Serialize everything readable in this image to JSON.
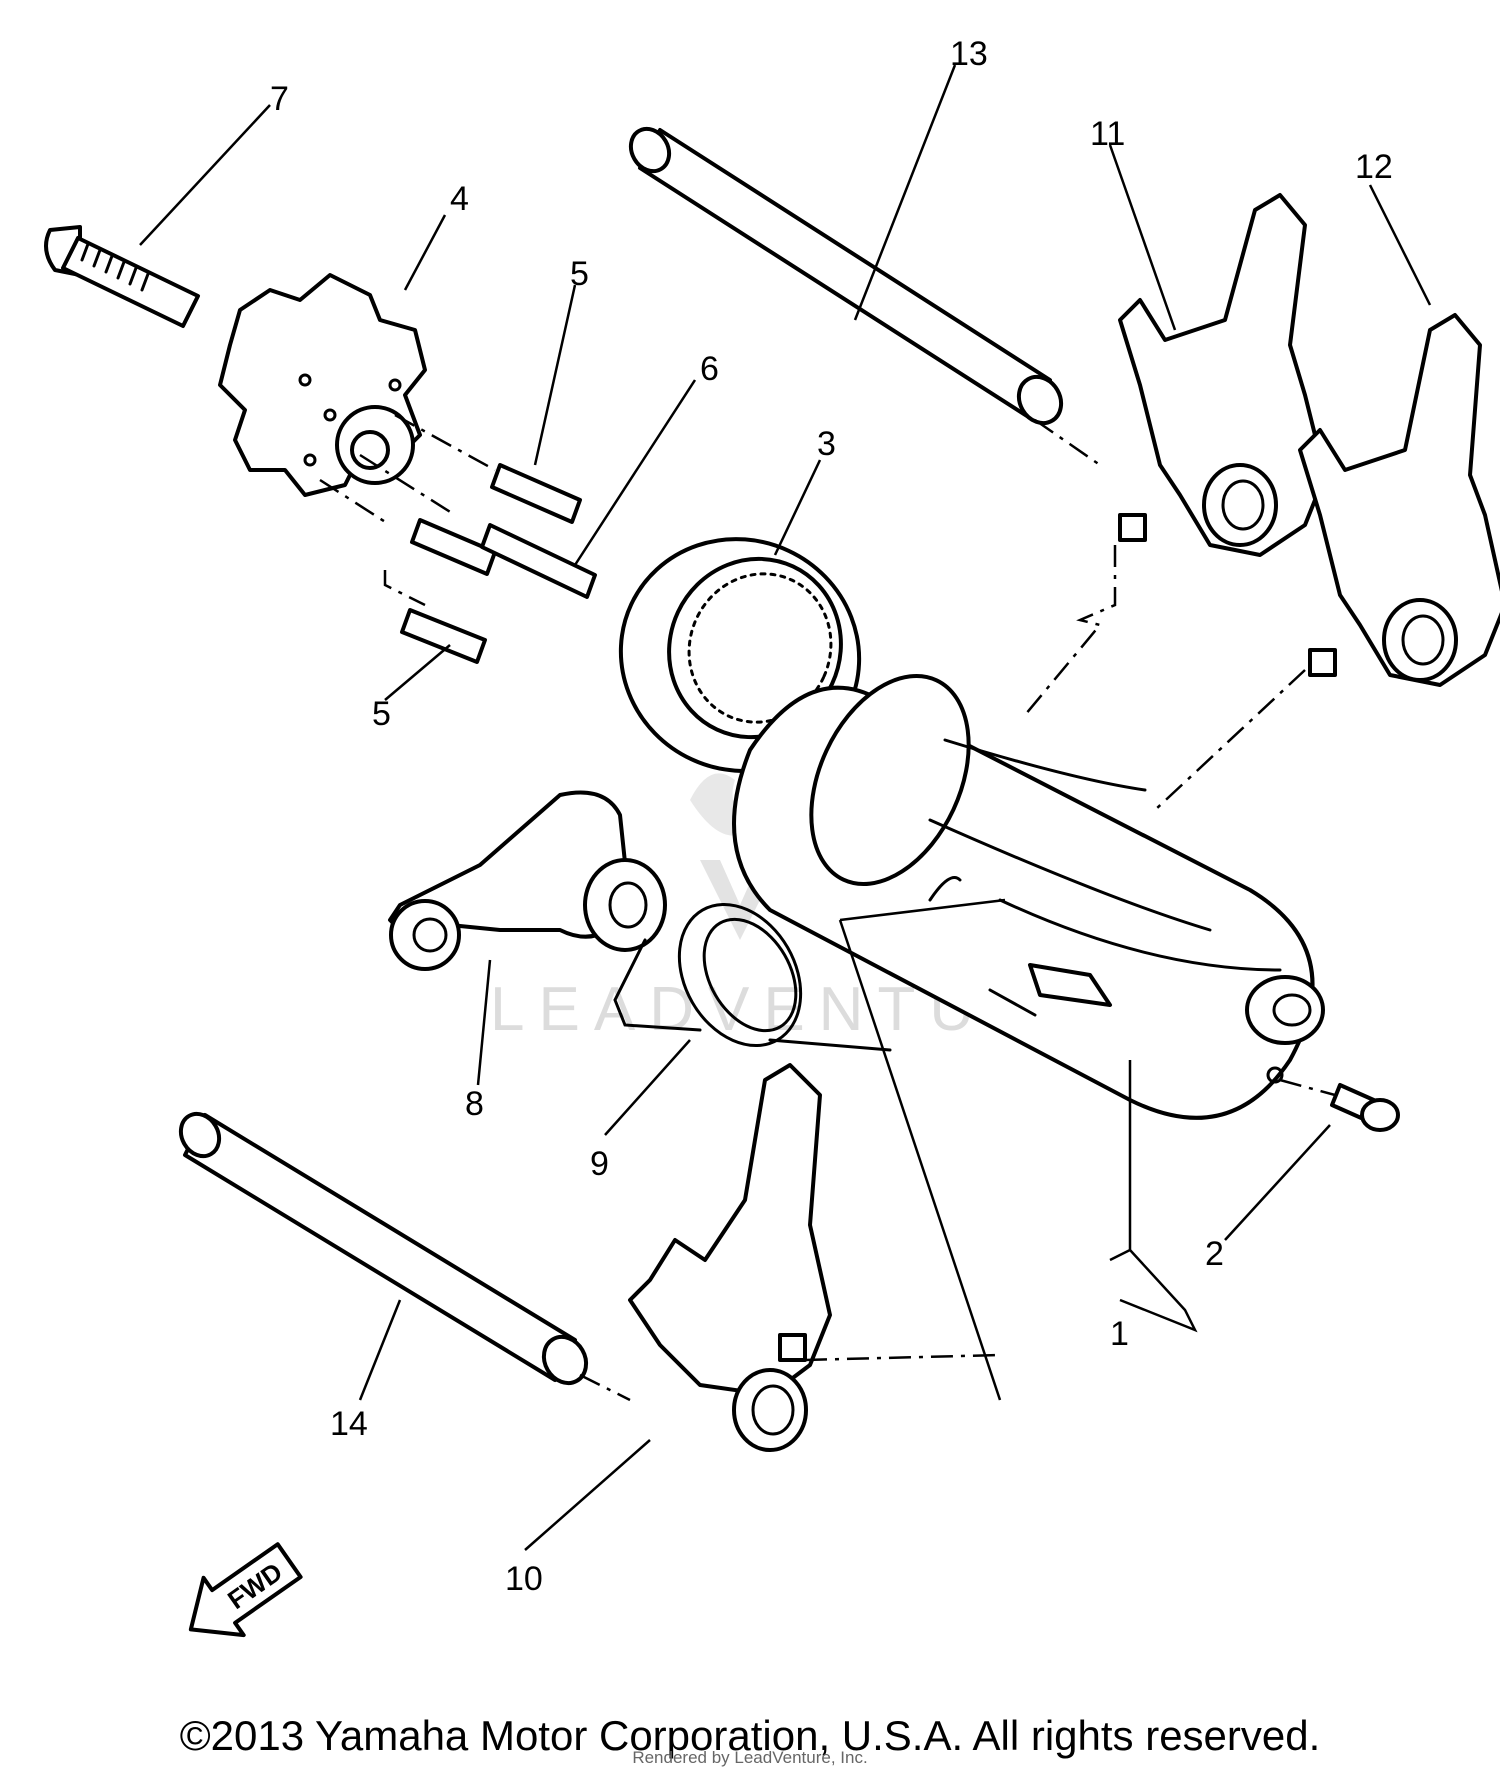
{
  "diagram": {
    "callouts": {
      "p1": "1",
      "p2": "2",
      "p3": "3",
      "p4": "4",
      "p5a": "5",
      "p5b": "5",
      "p6": "6",
      "p7": "7",
      "p8": "8",
      "p9": "9",
      "p10": "10",
      "p11": "11",
      "p12": "12",
      "p13": "13",
      "p14": "14"
    },
    "fwd_label": "FWD",
    "watermark": "LEADVENTURE"
  },
  "footer": {
    "copyright": "©2013 Yamaha Motor Corporation, U.S.A. All rights reserved.",
    "rendered_by": "Rendered by LeadVenture, Inc."
  }
}
